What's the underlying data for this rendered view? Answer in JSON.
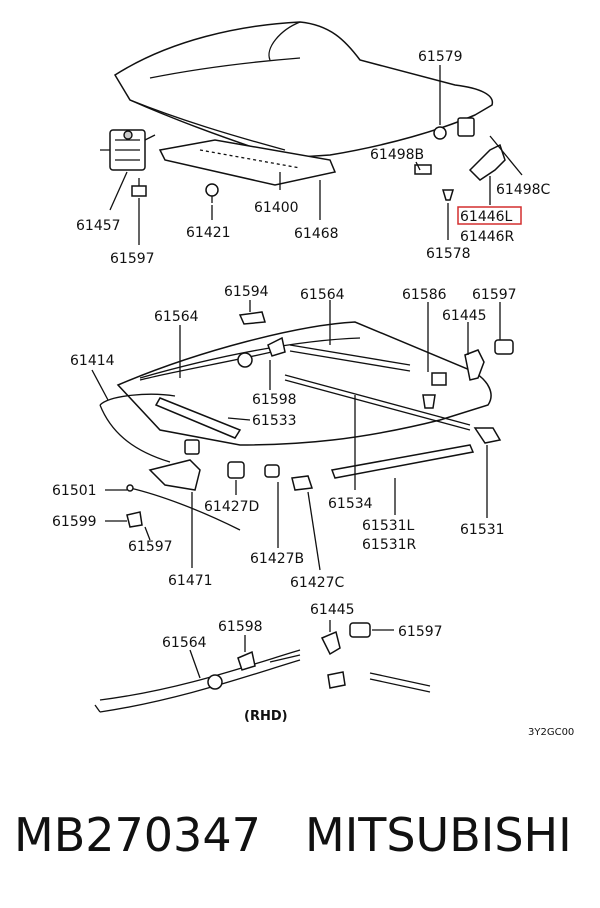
{
  "diagram": {
    "labels": {
      "l61579": "61579",
      "l61498B": "61498B",
      "l61498C": "61498C",
      "l61446L": "61446L",
      "l61446R": "61446R",
      "l61578": "61578",
      "l61457": "61457",
      "l61421": "61421",
      "l61400": "61400",
      "l61468": "61468",
      "l61597a": "61597",
      "l61594": "61594",
      "l61564a": "61564",
      "l61564b": "61564",
      "l61586": "61586",
      "l61597b": "61597",
      "l61445a": "61445",
      "l61414": "61414",
      "l61598a": "61598",
      "l61533": "61533",
      "l61501": "61501",
      "l61427D": "61427D",
      "l61534": "61534",
      "l61599": "61599",
      "l61597c": "61597",
      "l61531LR_L": "61531L",
      "l61531LR_R": "61531R",
      "l61531": "61531",
      "l61427B": "61427B",
      "l61471": "61471",
      "l61427C": "61427C",
      "l61445b": "61445",
      "l61598b": "61598",
      "l61564c": "61564",
      "l61597d": "61597",
      "rhd": "(RHD)",
      "code": "3Y2GC00"
    },
    "highlight_color": "#d32f2f"
  },
  "footer": {
    "part_number": "MB270347",
    "brand": "MITSUBISHI"
  }
}
